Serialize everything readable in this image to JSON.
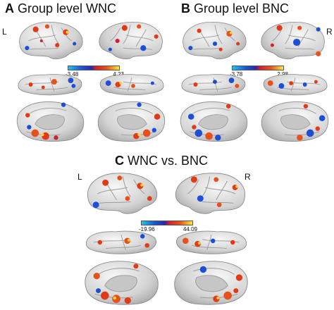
{
  "panels": {
    "a": {
      "letter": "A",
      "title": "Group level WNC",
      "min": "-3.48",
      "max": "4.23"
    },
    "b": {
      "letter": "B",
      "title": "Group level BNC",
      "min": "-3.78",
      "max": "2.98"
    },
    "c": {
      "letter": "C",
      "title": "WNC vs. BNC",
      "min": "-19.96",
      "max": "44.09"
    }
  },
  "sides": {
    "left": "L",
    "right": "R"
  },
  "colors": {
    "negative": "#1c4fd6",
    "positive": "#e23a16",
    "peak": "#ffd23a",
    "cortex": "#d9d9d9"
  }
}
